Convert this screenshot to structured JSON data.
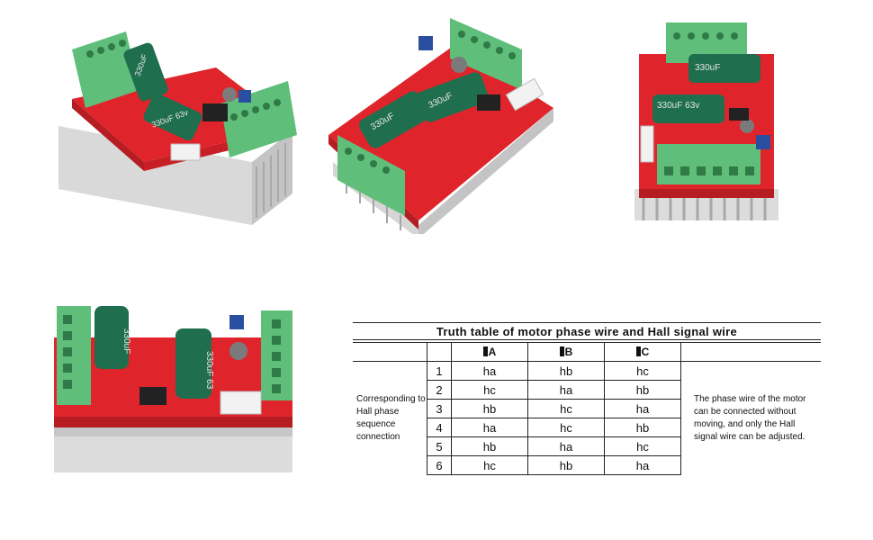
{
  "table": {
    "title": "Truth table of motor phase wire and Hall signal wire",
    "headers": [
      "A",
      "B",
      "C"
    ],
    "left_note": "Corresponding to Hall phase sequence connection",
    "right_note": "The phase wire of the motor can be connected without moving, and only the Hall signal wire can be adjusted.",
    "rows": [
      {
        "n": "1",
        "a": "ha",
        "b": "hb",
        "c": "hc"
      },
      {
        "n": "2",
        "a": "hc",
        "b": "ha",
        "c": "hb"
      },
      {
        "n": "3",
        "a": "hb",
        "b": "hc",
        "c": "ha"
      },
      {
        "n": "4",
        "a": "ha",
        "b": "hc",
        "c": "hb"
      },
      {
        "n": "5",
        "a": "hb",
        "b": "ha",
        "c": "hc"
      },
      {
        "n": "6",
        "a": "hc",
        "b": "hb",
        "c": "ha"
      }
    ]
  },
  "capacitor_labels": {
    "top_left_1": "330uF",
    "top_left_2": "330uF 63v",
    "top_mid": "330uF",
    "top_mid_2": "330uF",
    "top_right_1": "330uF",
    "top_right_2": "330uF 63v",
    "bottom_left_1": "330uF",
    "bottom_left_2": "330uF 63"
  },
  "colors": {
    "pcb_red": "#e0242c",
    "terminal_green": "#5fbf7a",
    "capacitor_green": "#1f6e4e",
    "heatsink": "#dcdcdc"
  }
}
